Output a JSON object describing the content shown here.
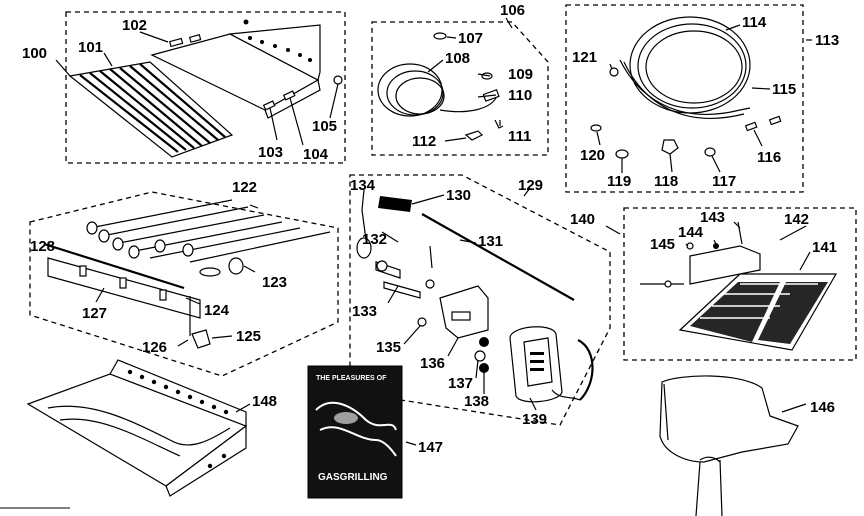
{
  "labels": {
    "p100": "100",
    "p101": "101",
    "p102": "102",
    "p103": "103",
    "p104": "104",
    "p105": "105",
    "p106": "106",
    "p107": "107",
    "p108": "108",
    "p109": "109",
    "p110": "110",
    "p111": "111",
    "p112": "112",
    "p113": "113",
    "p114": "114",
    "p115": "115",
    "p116": "116",
    "p117": "117",
    "p118": "118",
    "p119": "119",
    "p120": "120",
    "p121": "121",
    "p122": "122",
    "p123": "123",
    "p124": "124",
    "p125": "125",
    "p126": "126",
    "p127": "127",
    "p128": "128",
    "p129": "129",
    "p130": "130",
    "p131": "131",
    "p132": "132",
    "p133": "133",
    "p134": "134",
    "p135": "135",
    "p136": "136",
    "p137": "137",
    "p138": "138",
    "p139": "139",
    "p140": "140",
    "p141": "141",
    "p142": "142",
    "p143": "143",
    "p144": "144",
    "p145": "145",
    "p146": "146",
    "p147": "147",
    "p148": "148"
  },
  "book": {
    "line1": "THE PLEASURES OF",
    "line2": "GASGRILLING"
  }
}
